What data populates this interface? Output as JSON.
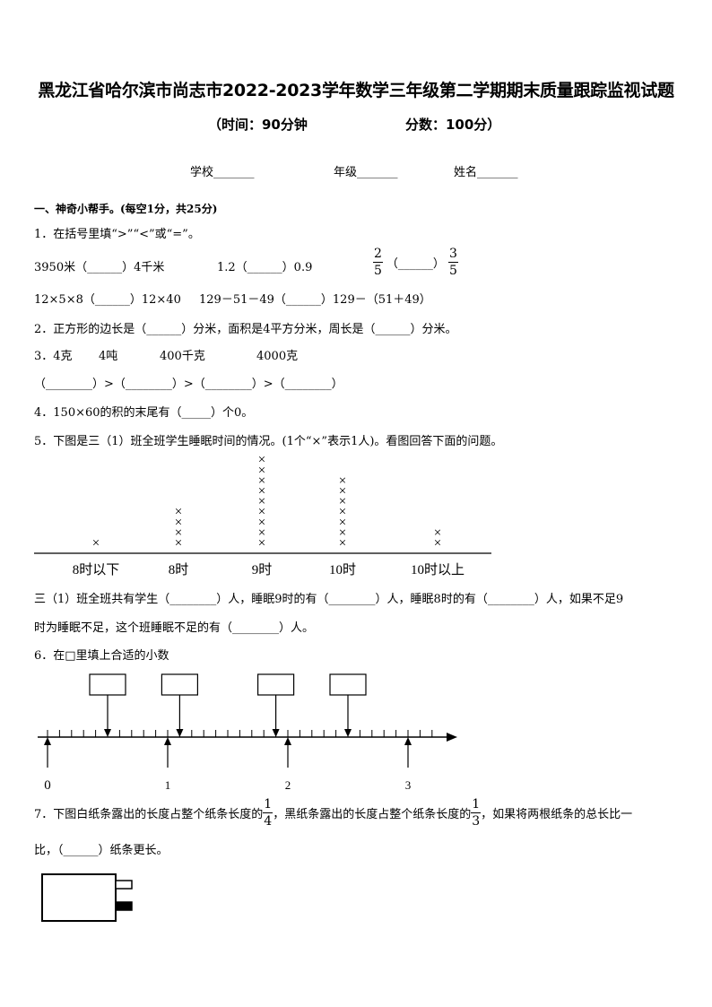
{
  "title": "黑龙江省哈尔滨市尚志市2022-2023学年数学三年级第二学期期末质量跟踪监视试题",
  "subtitle": {
    "time": "（时间：90分钟",
    "score": "分数：100分）"
  },
  "fields": [
    "学校_______",
    "年级_______",
    "姓名_______"
  ],
  "section1": "一、神奇小帮手。(每空1分，共25分)",
  "q1": {
    "stem": "1．在括号里填“>”“<”或“=”。",
    "a": "3950米（______）4千米",
    "b": "1.2（______）0.9",
    "c_num1": "2",
    "c_den1": "5",
    "c_mid": "（______）",
    "c_num2": "3",
    "c_den2": "5",
    "d": "12×5×8（______）12×40",
    "e": "129－51－49（______）129－（51＋49）"
  },
  "q2": "2．正方形的边长是（______）分米，面积是4平方分米，周长是（______）分米。",
  "q3": {
    "items": [
      "3．4克",
      "4吨",
      "400千克",
      "4000克"
    ],
    "blanks": "（________）>（________）>（________）>（________）"
  },
  "q4": "4．150×60的积的末尾有（_____）个0。",
  "q5": {
    "stem": "5．下图是三（1）班全班学生睡眠时间的情况。(1个“×”表示1人)。看图回答下面的问题。",
    "line1": "三（1）班全班共有学生（________）人，睡眠9时的有（________）人，睡眠8时的有（________）人，如果不足9",
    "line2": "时为睡眠不足，这个班睡眠不足的有（________）人。",
    "mark": "×"
  },
  "chart_data": {
    "type": "dot-plot",
    "categories": [
      "8时以下",
      "8时",
      "9时",
      "10时",
      "10时以上"
    ],
    "values": [
      1,
      4,
      9,
      7,
      2
    ]
  },
  "q6": {
    "stem": "6．在□里填上合适的小数",
    "ticks_per_unit": 10,
    "number_labels": [
      "0",
      "1",
      "2",
      "3"
    ],
    "box_positions": [
      0.5,
      1.1,
      1.9,
      2.5
    ],
    "up_arrow_values": [
      0,
      1,
      2,
      3
    ]
  },
  "q7": {
    "pre": "7．下图白纸条露出的长度占整个纸条长度的",
    "f1_num": "1",
    "f1_den": "4",
    "mid": "，黑纸条露出的长度占整个纸条长度的",
    "f2_num": "1",
    "f2_den": "3",
    "post": "，如果将两根纸条的总长比一",
    "line2": "比，（______）纸条更长。"
  }
}
